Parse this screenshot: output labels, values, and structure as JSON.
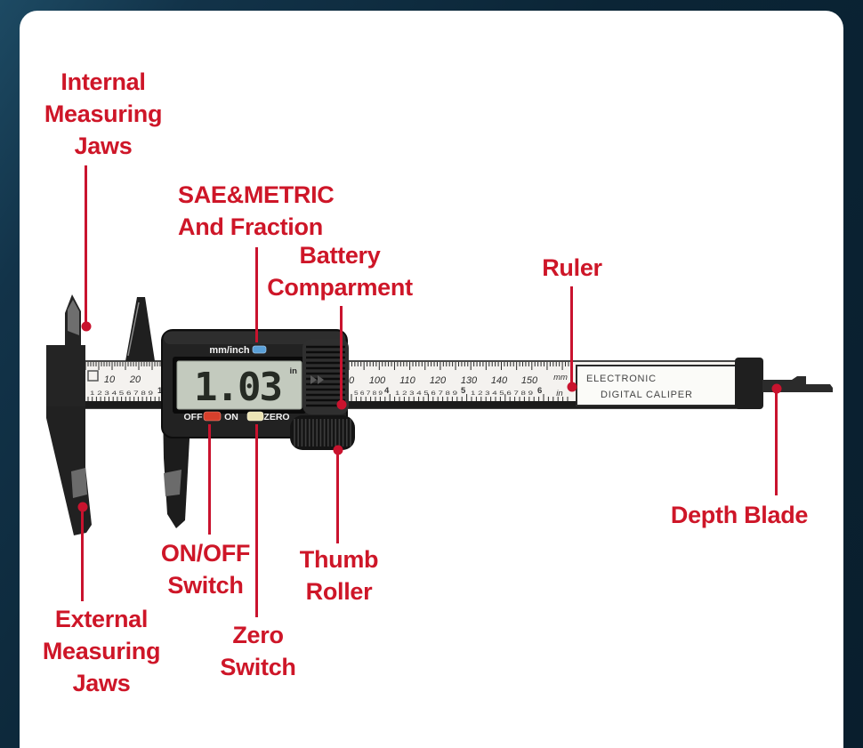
{
  "colors": {
    "background_navy": "#0b2536",
    "card_white": "#ffffff",
    "annotation_red": "#ce1628",
    "caliper_black": "#1e1e1e",
    "lcd_gray_green": "#c3cabe",
    "blue_button": "#5aa0d8",
    "red_button": "#d8402c",
    "cream_button": "#ece4b6"
  },
  "annotations": {
    "internal_jaws": {
      "lines": [
        "Internal",
        "Measuring",
        "Jaws"
      ]
    },
    "sae_metric": {
      "lines": [
        "SAE&METRIC",
        "And Fraction"
      ]
    },
    "battery": {
      "lines": [
        "Battery",
        "Comparment"
      ]
    },
    "ruler": {
      "lines": [
        "Ruler"
      ]
    },
    "depth_blade": {
      "lines": [
        "Depth Blade"
      ]
    },
    "on_off": {
      "lines": [
        "ON/OFF",
        "Switch"
      ]
    },
    "thumb_roller": {
      "lines": [
        "Thumb",
        "Roller"
      ]
    },
    "zero": {
      "lines": [
        "Zero",
        "Switch"
      ]
    },
    "external_jaws": {
      "lines": [
        "External",
        "Measuring",
        "Jaws"
      ]
    }
  },
  "caliper": {
    "display": {
      "mode": "mm/inch",
      "reading": "1.03",
      "unit": "in",
      "off": "OFF",
      "on": "ON",
      "zero": "ZERO"
    },
    "plate": {
      "line1": "ELECTRONIC",
      "line2": "DIGITAL CALIPER"
    },
    "ruler": {
      "mm_unit": "mm",
      "in_unit": "in",
      "left_mm": [
        "10",
        "20"
      ],
      "left_in_small": "1 2 3 4 5 6 7 8 9",
      "left_in_bold": "1",
      "right_mm": [
        "0",
        "100",
        "110",
        "120",
        "130",
        "140",
        "150"
      ],
      "right_in_small": [
        "5 6 7 8 9",
        "1 2 3 4 5 6 7 8 9",
        "1 2 3 4 5 6 7 8 9"
      ],
      "right_in_bold": [
        "4",
        "5",
        "6"
      ]
    }
  }
}
